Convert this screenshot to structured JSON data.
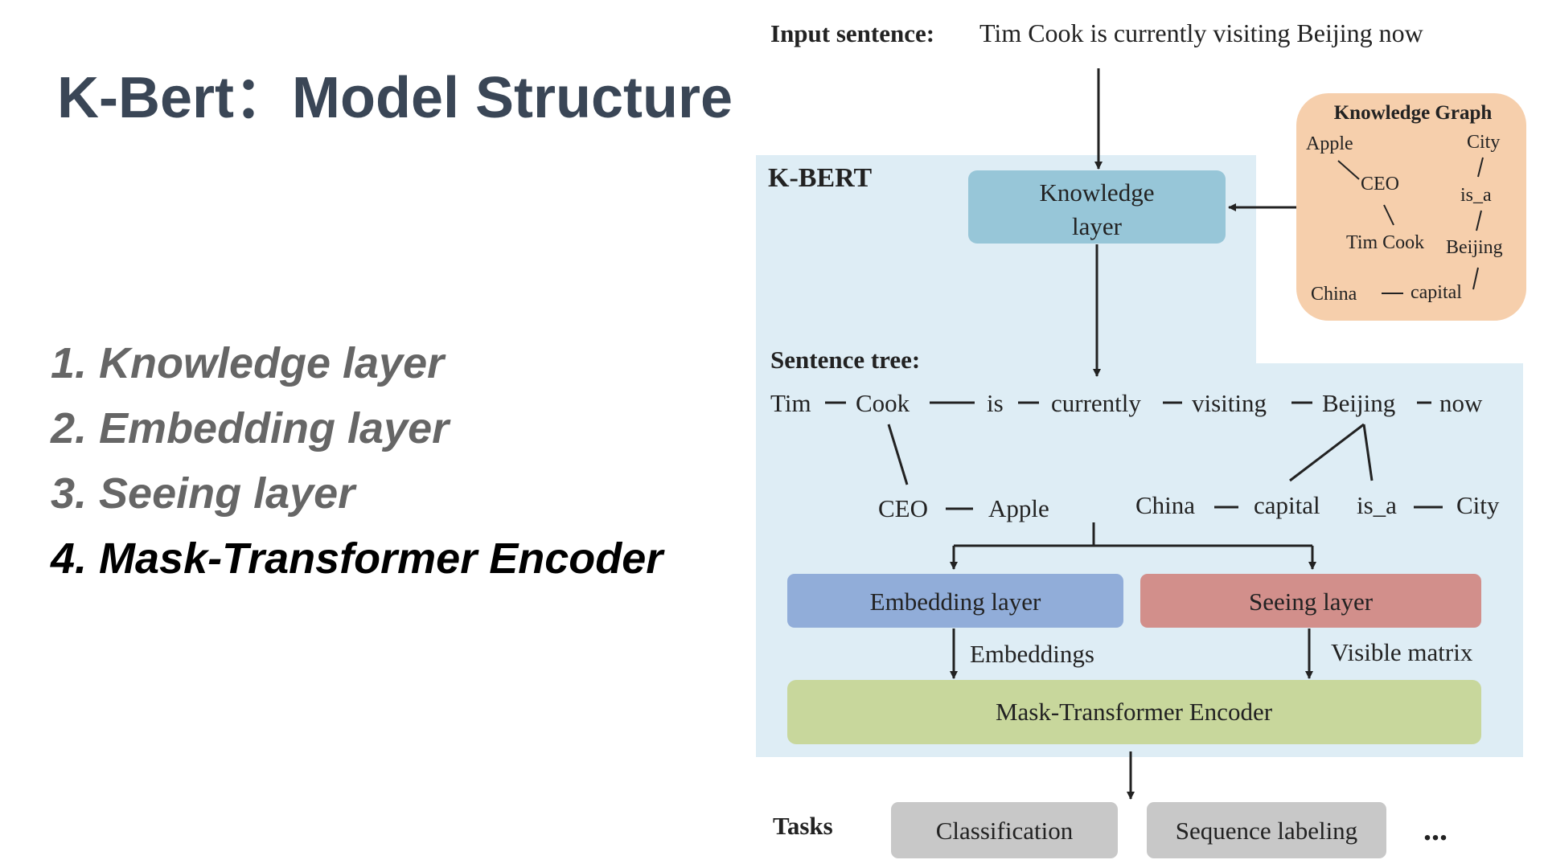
{
  "slide": {
    "title": "K-Bert：Model Structure",
    "outline": [
      "1. Knowledge layer",
      "2. Embedding layer",
      "3. Seeing layer",
      "4. Mask-Transformer Encoder"
    ]
  },
  "diagram": {
    "input_label": "Input sentence:",
    "input_sentence": "Tim Cook is currently visiting Beijing now",
    "kbert_label": "K-BERT",
    "knowledge_layer": [
      "Knowledge",
      "layer"
    ],
    "kg": {
      "title": "Knowledge Graph",
      "nodes": [
        "Apple",
        "CEO",
        "Tim Cook",
        "China",
        "capital",
        "City",
        "is_a",
        "Beijing"
      ]
    },
    "sentence_tree": {
      "label": "Sentence tree:",
      "trunk": [
        "Tim",
        "Cook",
        "is",
        "currently",
        "visiting",
        "Beijing",
        "now"
      ],
      "branches": [
        "CEO",
        "Apple",
        "China",
        "capital",
        "is_a",
        "City"
      ]
    },
    "embedding_layer": "Embedding layer",
    "seeing_layer": "Seeing layer",
    "embeddings_label": "Embeddings",
    "visible_matrix_label": "Visible matrix",
    "encoder": "Mask-Transformer Encoder",
    "tasks_label": "Tasks",
    "tasks": [
      "Classification",
      "Sequence labeling"
    ],
    "ellipsis": "..."
  },
  "colors": {
    "title": "#3a4656",
    "outline_inactive": "#666666",
    "outline_active": "#000000",
    "kbert_background": "#deedf5",
    "knowledge_layer": "#97c6d8",
    "knowledge_graph": "#f6cfac",
    "embedding_layer": "#91add9",
    "seeing_layer": "#d28f8b",
    "encoder": "#c8d79c",
    "task_box": "#c8c8c8"
  }
}
